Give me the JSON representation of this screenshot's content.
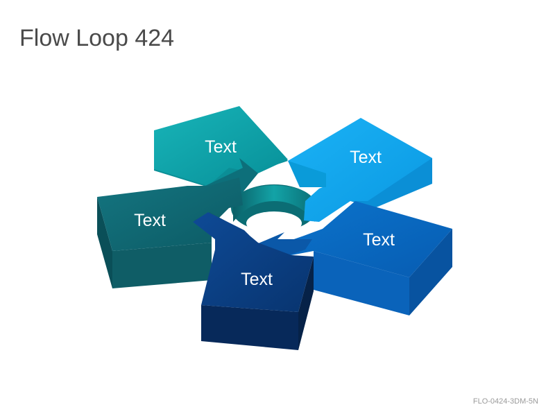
{
  "title": "Flow Loop 424",
  "slide_code": "FLO-0424-3DM-5N",
  "segments": [
    {
      "label": "Text",
      "top_color": "#0aa3ad",
      "side_color": "#078087"
    },
    {
      "label": "Text",
      "top_color": "#12a6ef",
      "side_color": "#0b88cc"
    },
    {
      "label": "Text",
      "top_color": "#0867c2",
      "side_color": "#0753a0"
    },
    {
      "label": "Text",
      "top_color": "#0a3d84",
      "side_color": "#06285a"
    },
    {
      "label": "Text",
      "top_color": "#0e6672",
      "side_color": "#0a4e58"
    }
  ]
}
